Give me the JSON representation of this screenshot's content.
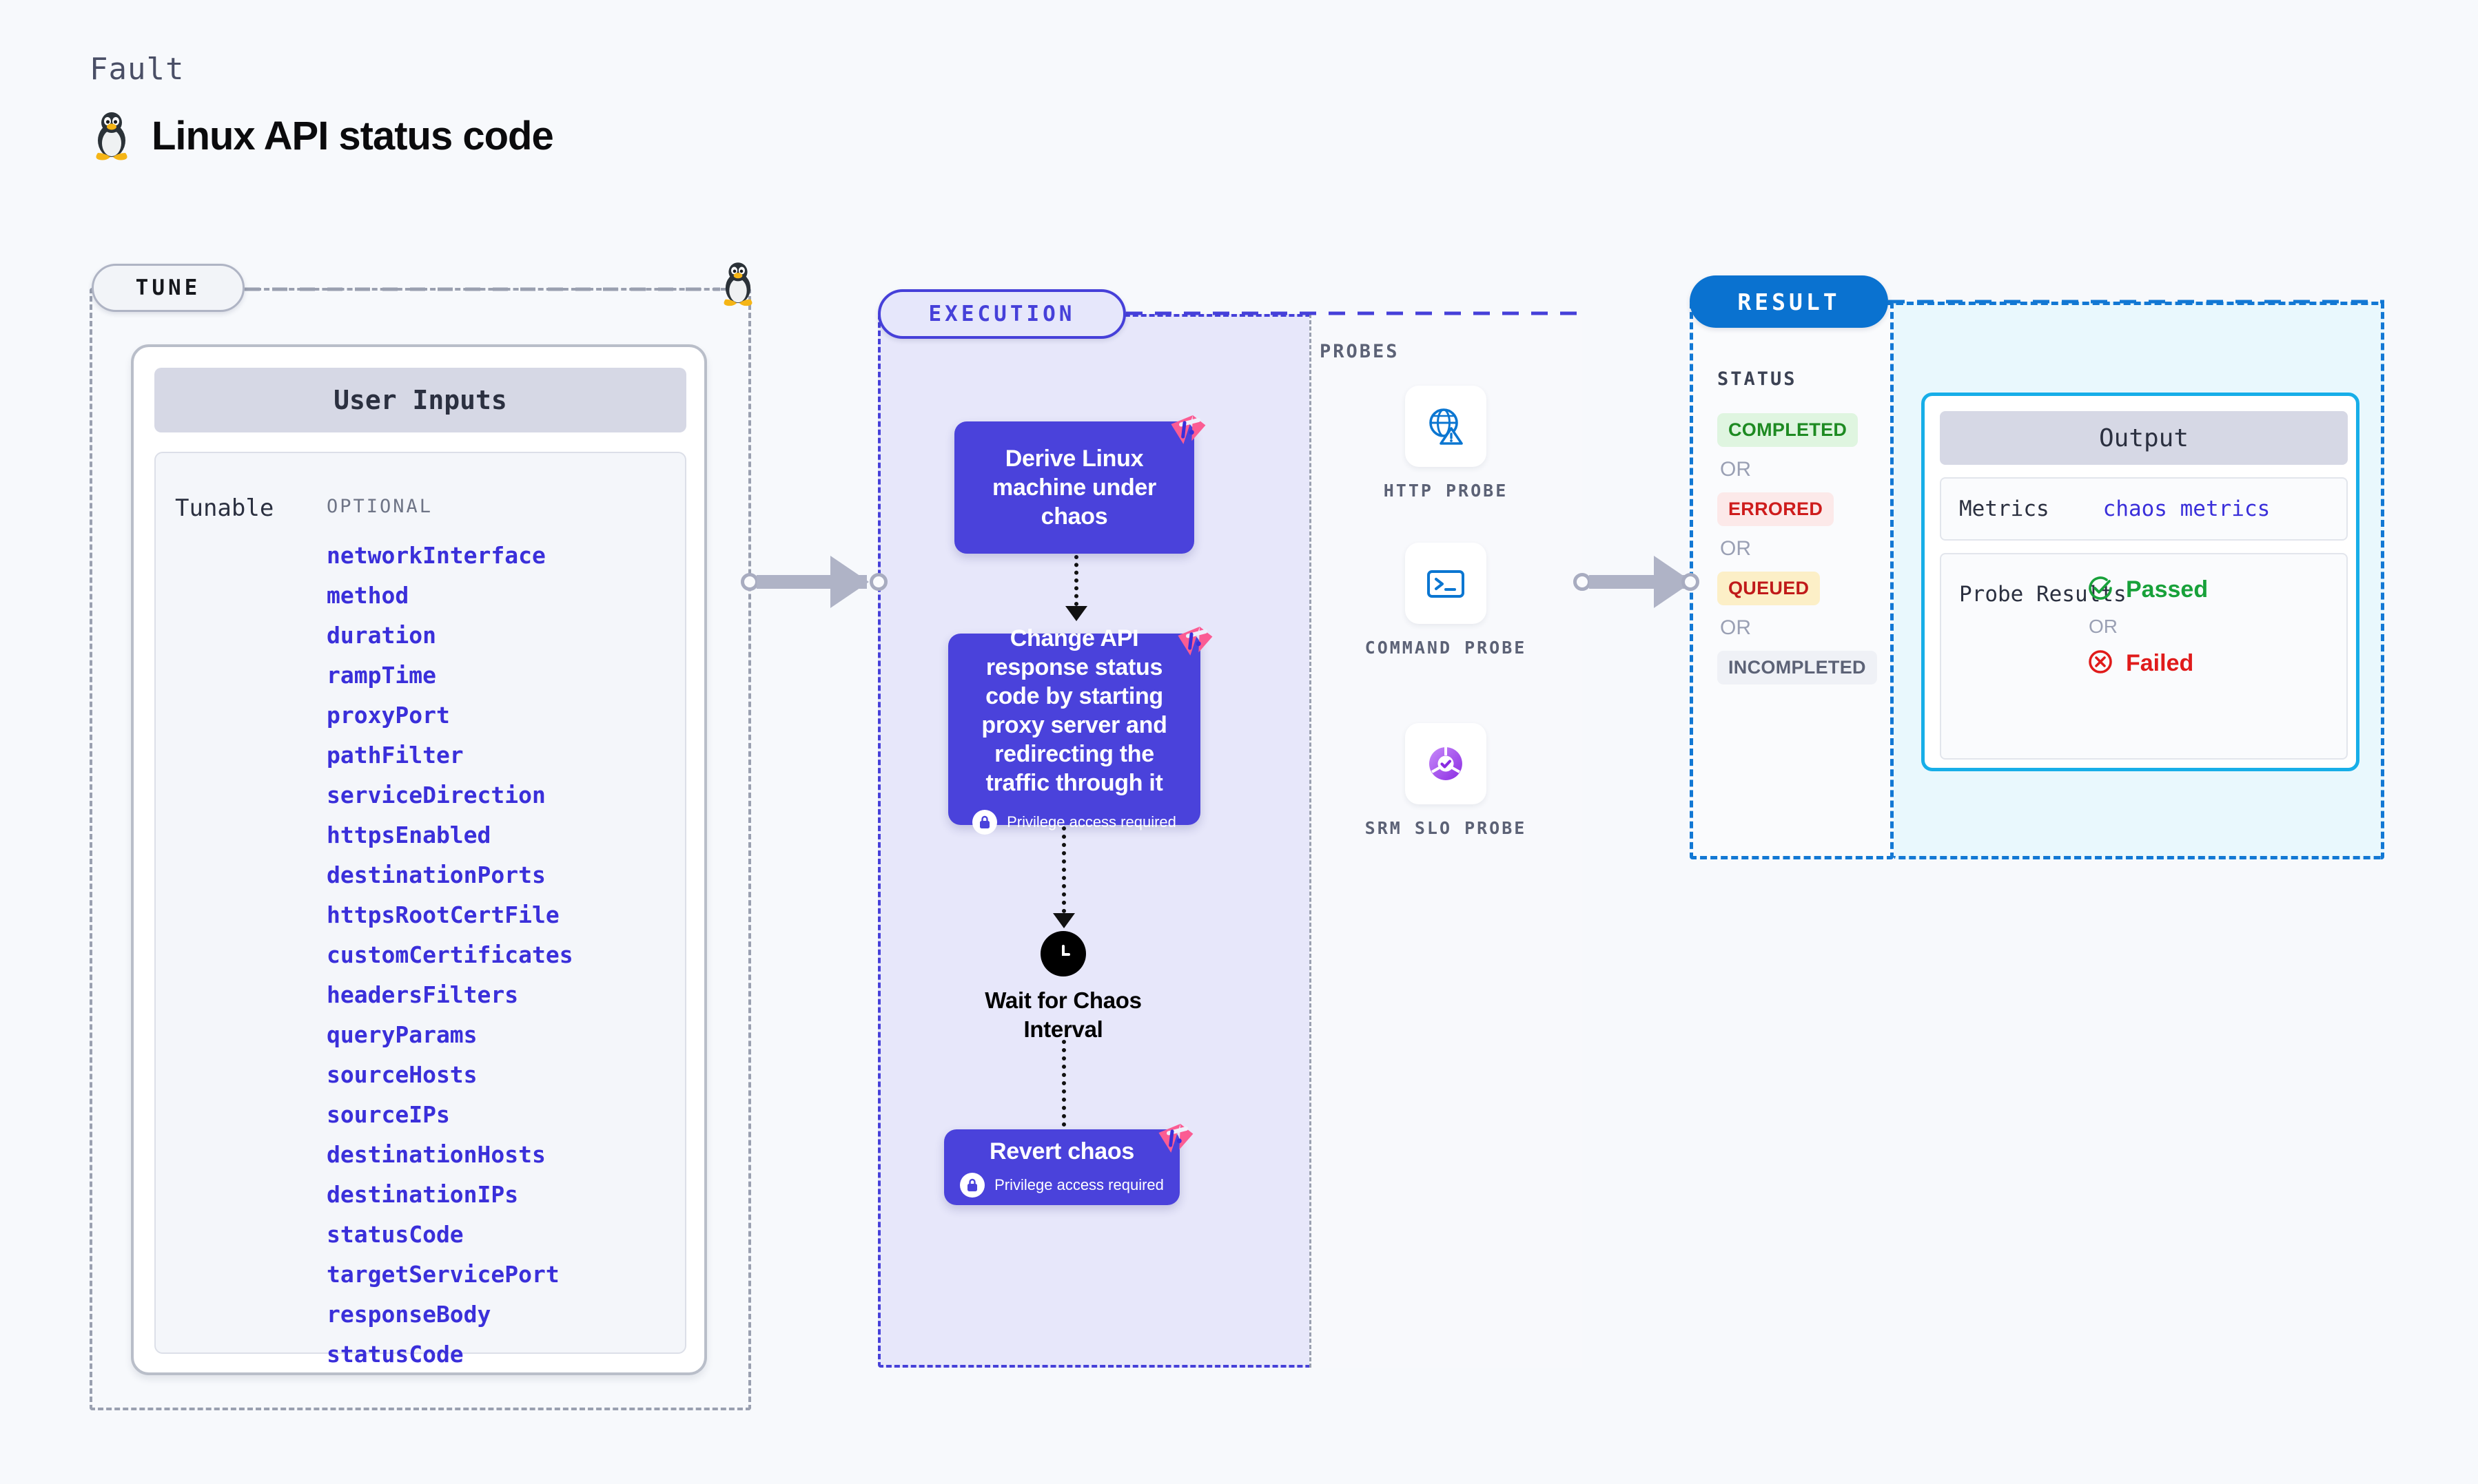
{
  "header": {
    "kicker": "Fault",
    "title": "Linux API status code",
    "os_icon": "tux-penguin-icon"
  },
  "tune": {
    "pill_label": "TUNE",
    "card_title": "User Inputs",
    "row_label": "Tunable",
    "group_label": "OPTIONAL",
    "tunables": [
      "networkInterface",
      "method",
      "duration",
      "rampTime",
      "proxyPort",
      "pathFilter",
      "serviceDirection",
      "httpsEnabled",
      "destinationPorts",
      "httpsRootCertFile",
      "customCertificates",
      "headersFilters",
      "queryParams",
      "sourceHosts",
      "sourceIPs",
      "destinationHosts",
      "destinationIPs",
      "statusCode",
      "targetServicePort",
      "responseBody",
      "statusCode"
    ]
  },
  "execution": {
    "pill_label": "EXECUTION",
    "privilege_note": "Privilege access required",
    "steps": [
      {
        "text": "Derive Linux machine under chaos",
        "privileged": false
      },
      {
        "text": "Change API response status code by starting proxy server and redirecting the traffic through it",
        "privileged": true
      }
    ],
    "wait_node": {
      "label": "Wait for Chaos Interval",
      "icon": "clock-icon"
    },
    "revert_step": {
      "text": "Revert chaos",
      "privileged": true
    }
  },
  "probes": {
    "title": "PROBES",
    "items": [
      {
        "label": "HTTP PROBE",
        "icon": "globe-warning-icon"
      },
      {
        "label": "COMMAND PROBE",
        "icon": "terminal-icon"
      },
      {
        "label": "SRM SLO PROBE",
        "icon": "slo-donut-check-icon"
      }
    ]
  },
  "result": {
    "pill_label": "RESULT",
    "status_title": "STATUS",
    "or_label": "OR",
    "statuses": [
      {
        "label": "COMPLETED",
        "bg": "#DFF5E0",
        "fg": "#1E8A22"
      },
      {
        "label": "ERRORED",
        "bg": "#FCE9E9",
        "fg": "#CE1C1C"
      },
      {
        "label": "QUEUED",
        "bg": "#FCEFC7",
        "fg": "#C01A1A"
      },
      {
        "label": "INCOMPLETED",
        "bg": "#EFF1F6",
        "fg": "#5C6276"
      }
    ],
    "output": {
      "title": "Output",
      "metrics_label": "Metrics",
      "metrics_value": "chaos metrics",
      "probe_results_label": "Probe Results",
      "passed_label": "Passed",
      "failed_label": "Failed",
      "or_label": "OR"
    }
  },
  "colors": {
    "page_bg": "#F7F9FC",
    "accent_purple": "#4A42DB",
    "accent_blue": "#0A72D0",
    "accent_cyan": "#17AEE8",
    "badge_pink": "#FB5C93",
    "tunable_text": "#3A2FDA"
  }
}
